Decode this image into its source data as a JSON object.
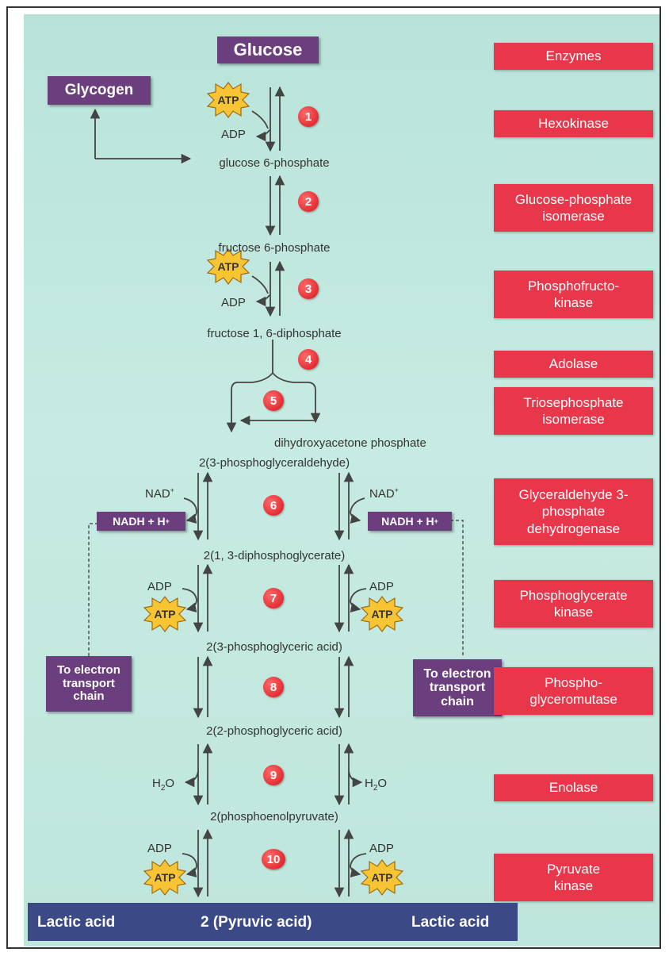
{
  "title": "Glucose",
  "glycogen": "Glycogen",
  "atp": "ATP",
  "adp": "ADP",
  "nad": "NAD",
  "nadh": "NADH + H",
  "plus": "+",
  "h2o_h": "H",
  "h2o_2": "2",
  "h2o_o": "O",
  "metabolites": {
    "g6p": "glucose 6-phosphate",
    "f6p": "fructose 6-phosphate",
    "f16dp": "fructose 1, 6-diphosphate",
    "dhap": "dihydroxyacetone phosphate",
    "pgal": "2(3-phosphoglyceraldehyde)",
    "dpg": "2(1, 3-diphosphoglycerate)",
    "pga3": "2(3-phosphoglyceric acid)",
    "pga2": "2(2-phosphoglyceric acid)",
    "pep": "2(phosphoenolpyruvate)"
  },
  "electron_transport": "To electron transport chain",
  "bottom": {
    "left": "Lactic acid",
    "center": "2 (Pyruvic acid)",
    "right": "Lactic acid"
  },
  "steps": [
    "1",
    "2",
    "3",
    "4",
    "5",
    "6",
    "7",
    "8",
    "9",
    "10"
  ],
  "enzymes": {
    "header": "Enzymes",
    "e1": "Hexokinase",
    "e2": "Glucose-phosphate isomerase",
    "e3": "Phosphofructo-kinase",
    "e4": "Adolase",
    "e5": "Triosephosphate isomerase",
    "e6": "Glyceraldehyde 3-phosphate dehydrogenase",
    "e7": "Phosphoglycerate kinase",
    "e8": "Phospho-glyceromutase",
    "e9": "Enolase",
    "e10": "Pyruvate kinase"
  },
  "colors": {
    "background": "#c3e9df",
    "enzyme_box": "#e8374a",
    "purple_box": "#6b3e7e",
    "bottom_bar": "#3b4a86",
    "atp_star": "#f7c534"
  }
}
